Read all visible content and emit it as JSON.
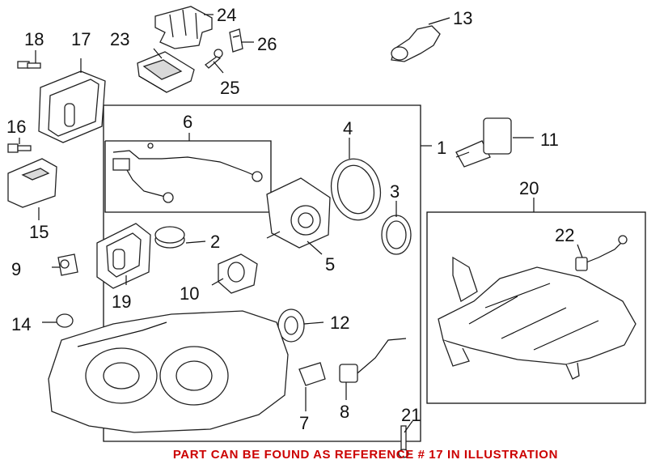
{
  "diagram": {
    "callouts": {
      "c1": "1",
      "c2": "2",
      "c3": "3",
      "c4": "4",
      "c5": "5",
      "c6": "6",
      "c7": "7",
      "c8": "8",
      "c9": "9",
      "c10": "10",
      "c11": "11",
      "c12": "12",
      "c13": "13",
      "c14": "14",
      "c15": "15",
      "c16": "16",
      "c17": "17",
      "c18": "18",
      "c19": "19",
      "c20": "20",
      "c21": "21",
      "c22": "22",
      "c23": "23",
      "c24": "24",
      "c25": "25",
      "c26": "26"
    },
    "note": {
      "text": "PART CAN BE FOUND AS REFERENCE # 17 IN ILLUSTRATION",
      "color": "#cc0000"
    }
  }
}
